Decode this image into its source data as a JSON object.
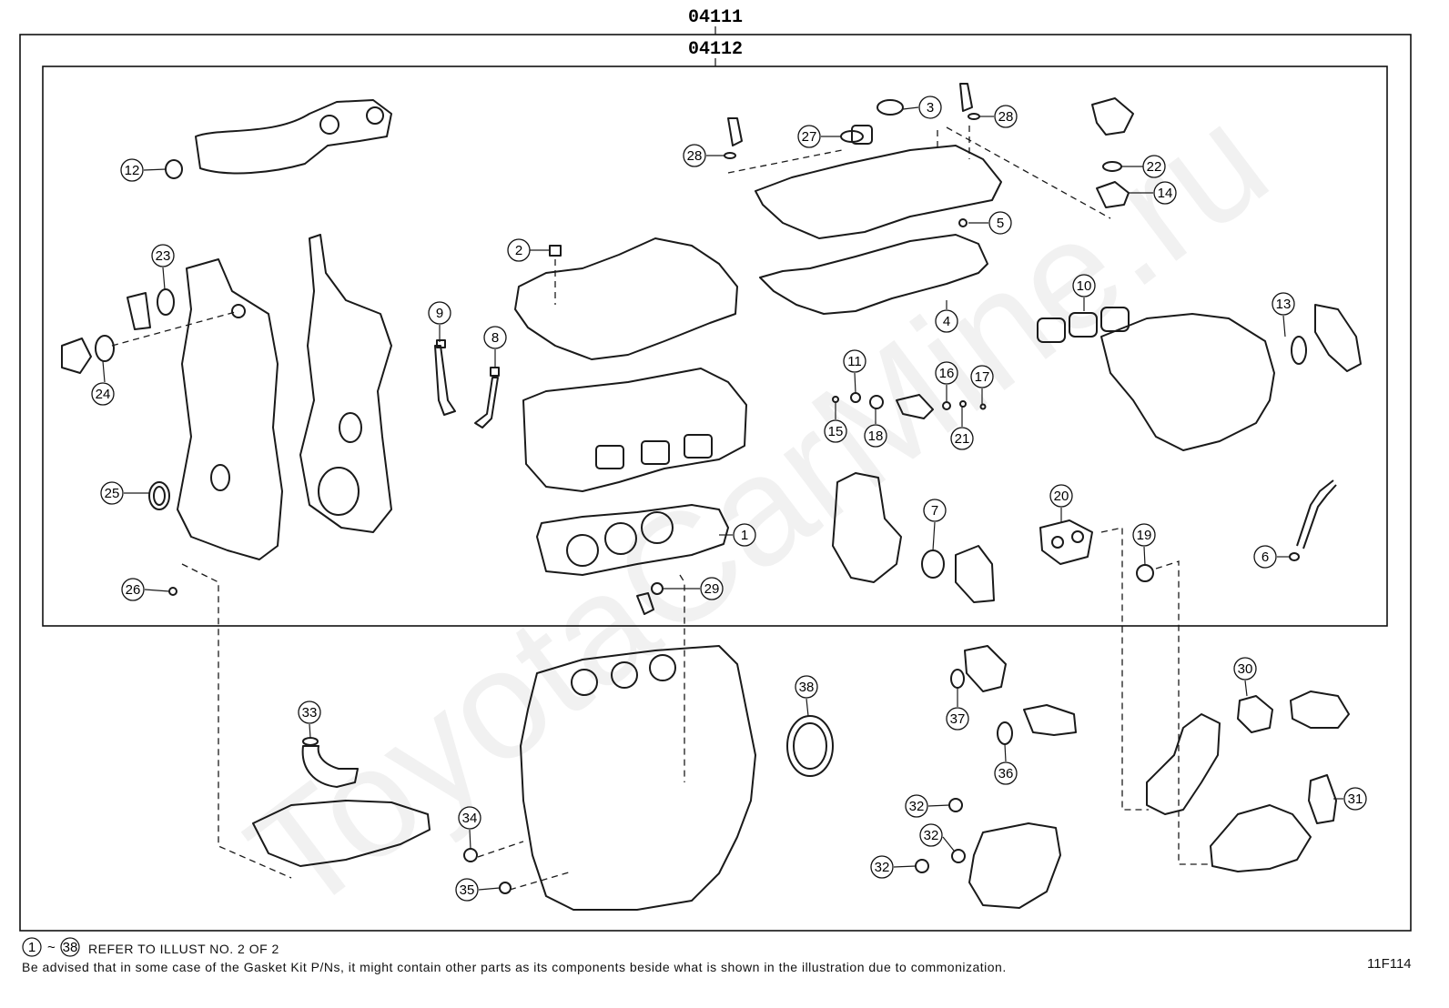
{
  "assembly_codes": {
    "outer": "04111",
    "inner": "04112"
  },
  "callouts": [
    {
      "n": "1"
    },
    {
      "n": "2"
    },
    {
      "n": "3"
    },
    {
      "n": "4"
    },
    {
      "n": "5"
    },
    {
      "n": "6"
    },
    {
      "n": "7"
    },
    {
      "n": "8"
    },
    {
      "n": "9"
    },
    {
      "n": "10"
    },
    {
      "n": "11"
    },
    {
      "n": "12"
    },
    {
      "n": "13"
    },
    {
      "n": "14"
    },
    {
      "n": "15"
    },
    {
      "n": "16"
    },
    {
      "n": "17"
    },
    {
      "n": "18"
    },
    {
      "n": "19"
    },
    {
      "n": "20"
    },
    {
      "n": "21"
    },
    {
      "n": "22"
    },
    {
      "n": "23"
    },
    {
      "n": "24"
    },
    {
      "n": "25"
    },
    {
      "n": "26"
    },
    {
      "n": "27"
    },
    {
      "n": "28"
    },
    {
      "n": "28"
    },
    {
      "n": "29"
    },
    {
      "n": "30"
    },
    {
      "n": "31"
    },
    {
      "n": "32"
    },
    {
      "n": "32"
    },
    {
      "n": "32"
    },
    {
      "n": "33"
    },
    {
      "n": "34"
    },
    {
      "n": "35"
    },
    {
      "n": "36"
    },
    {
      "n": "37"
    },
    {
      "n": "38"
    }
  ],
  "note_range": {
    "from": "1",
    "to": "38"
  },
  "notes": {
    "line1_suffix": "REFER TO ILLUST NO. 2 OF 2",
    "line2": "Be advised that in some case of the Gasket Kit P/Ns,  it might contain other parts as its components beside what is shown in the illustration due to commonization."
  },
  "figure_code": "11F114",
  "watermark": "ToyotaCarMine.ru"
}
